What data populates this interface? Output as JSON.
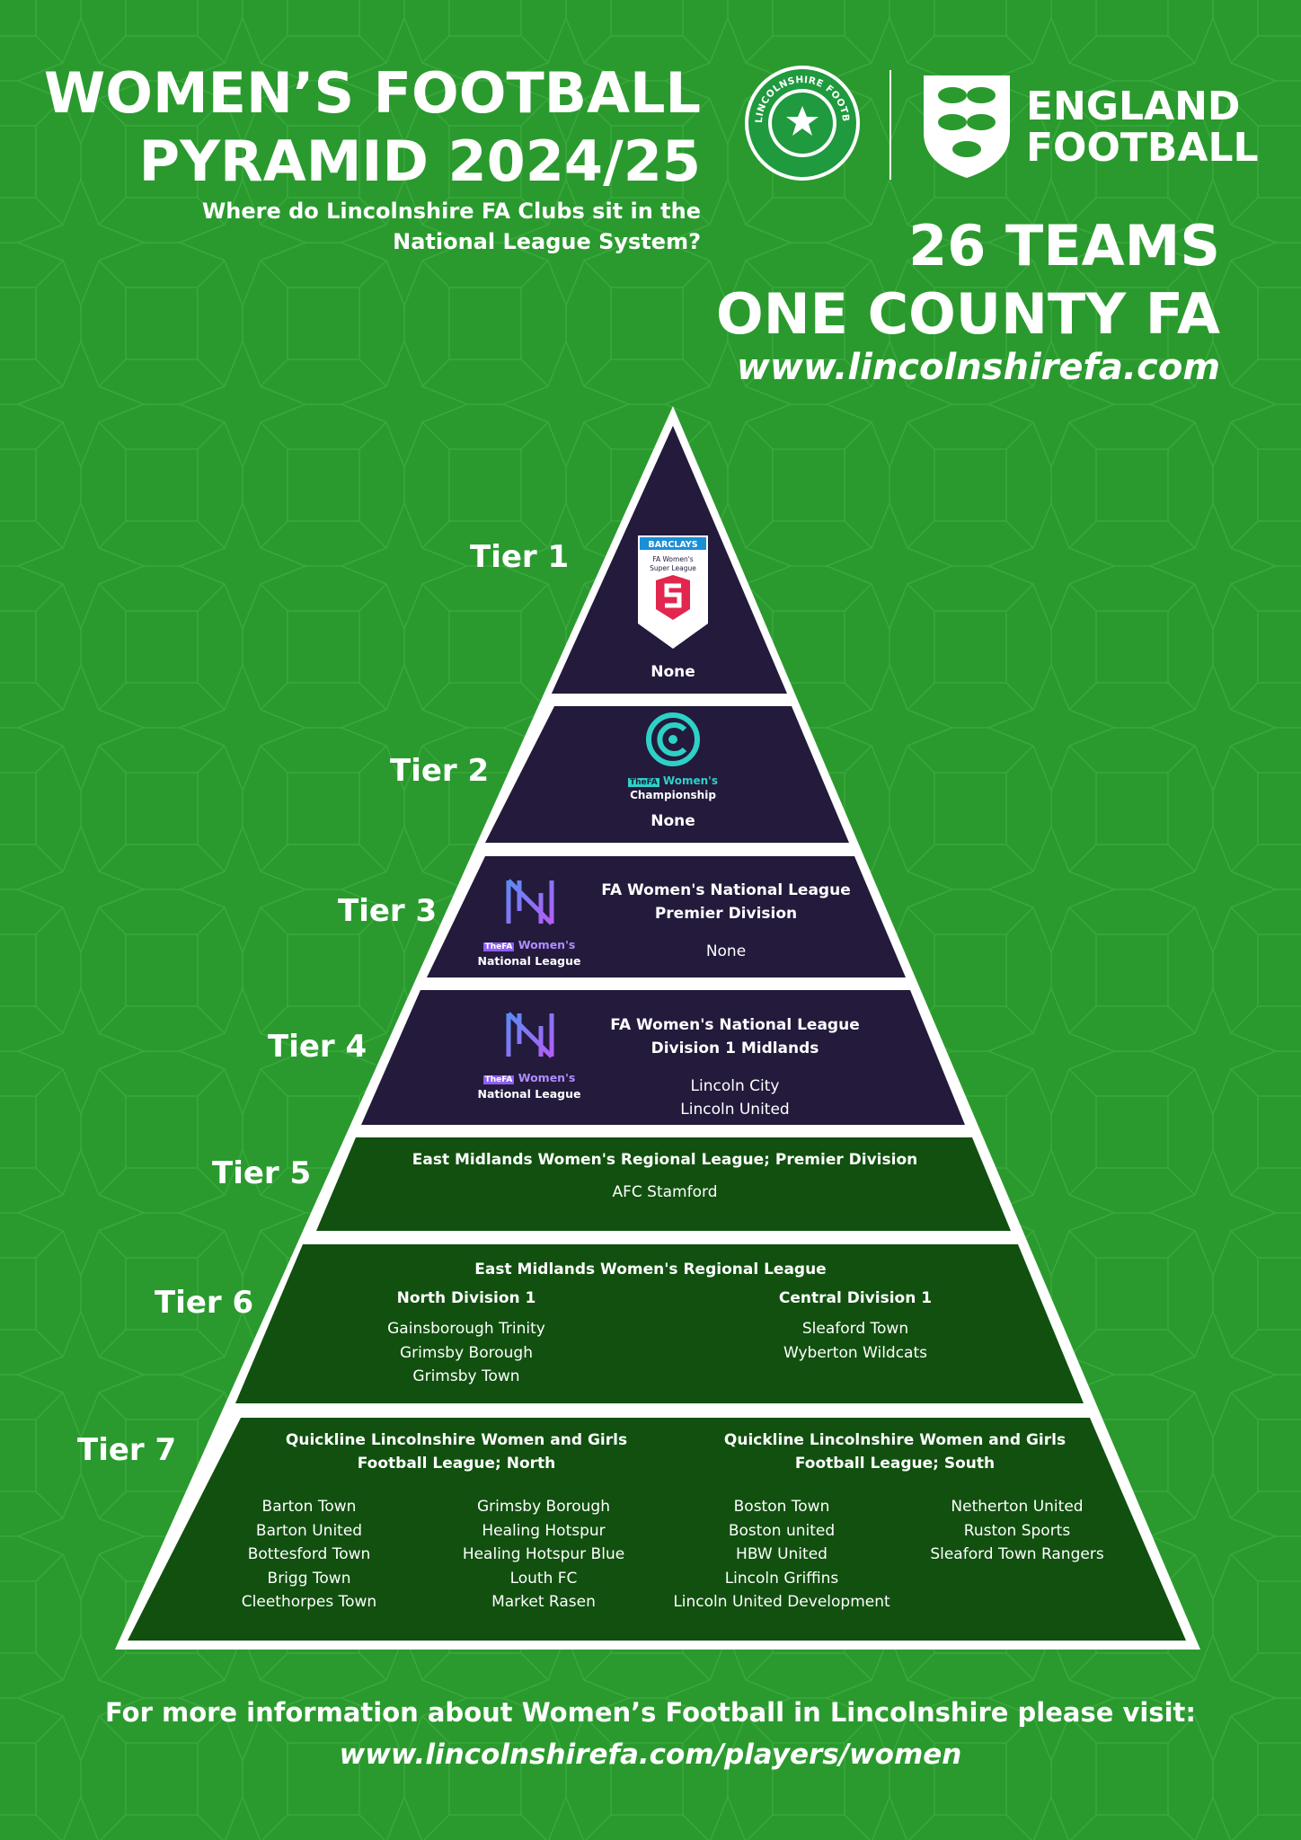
{
  "header": {
    "title_line1": "WOMEN’S FOOTBALL",
    "title_line2": "PYRAMID 2024/25",
    "subtitle_line1": "Where do Lincolnshire FA Clubs sit in the",
    "subtitle_line2": "National League System?",
    "teams_line1": "26 TEAMS",
    "teams_line2": "ONE COUNTY FA",
    "website": "www.lincolnshirefa.com"
  },
  "logos": {
    "county_badge_text": "LINCOLNSHIRE FOOTBALL ASSOC",
    "england_line1": "ENGLAND",
    "england_line2": "FOOTBALL",
    "wsl_sponsor": "BARCLAYS",
    "wsl_line1": "FA Women's",
    "wsl_line2": "Super League",
    "champ_prefix": "TheFA",
    "champ_line1": "Women's",
    "champ_line2": "Championship",
    "nl_prefix": "TheFA",
    "nl_line1": "Women's",
    "nl_line2": "National League"
  },
  "tiers": {
    "t1": {
      "label": "Tier 1",
      "teams": "None"
    },
    "t2": {
      "label": "Tier 2",
      "teams": "None"
    },
    "t3": {
      "label": "Tier 3",
      "league_line1": "FA Women's National League",
      "league_line2": "Premier Division",
      "teams": "None"
    },
    "t4": {
      "label": "Tier 4",
      "league_line1": "FA Women's National League",
      "league_line2": "Division 1 Midlands",
      "teams": [
        "Lincoln City",
        "Lincoln United"
      ]
    },
    "t5": {
      "label": "Tier 5",
      "league": "East Midlands Women's Regional League; Premier Division",
      "teams": [
        "AFC Stamford"
      ]
    },
    "t6": {
      "label": "Tier 6",
      "league": "East Midlands Women's Regional League",
      "north_title": "North Division 1",
      "north_teams": [
        "Gainsborough Trinity",
        "Grimsby Borough",
        "Grimsby Town"
      ],
      "central_title": "Central Division 1",
      "central_teams": [
        "Sleaford Town",
        "Wyberton Wildcats"
      ]
    },
    "t7": {
      "label": "Tier 7",
      "north_line1": "Quickline Lincolnshire Women and Girls",
      "north_line2": "Football League; North",
      "south_line1": "Quickline Lincolnshire Women and Girls",
      "south_line2": "Football League; South",
      "north_col1": [
        "Barton Town",
        "Barton United",
        "Bottesford Town",
        "Brigg Town",
        "Cleethorpes Town"
      ],
      "north_col2": [
        "Grimsby Borough",
        "Healing Hotspur",
        "Healing Hotspur Blue",
        "Louth FC",
        "Market Rasen"
      ],
      "south_col1": [
        "Boston Town",
        "Boston united",
        "HBW United",
        "Lincoln Griffins",
        "Lincoln United Development"
      ],
      "south_col2": [
        "Netherton United",
        "Ruston Sports",
        "Sleaford Town Rangers"
      ]
    }
  },
  "footer": {
    "line1": "For more information about Women’s Football in Lincolnshire please visit:",
    "line2": "www.lincolnshirefa.com/players/women"
  },
  "colors": {
    "background": "#2a9a2e",
    "tier_dark": "#231a3c",
    "tier_green": "#11500f",
    "outline": "#ffffff",
    "wsl_accent": "#e2264d",
    "champ_accent": "#2ed1c6",
    "nl_accent": "#8f5df5",
    "county_badge": "#1f9a3e"
  }
}
